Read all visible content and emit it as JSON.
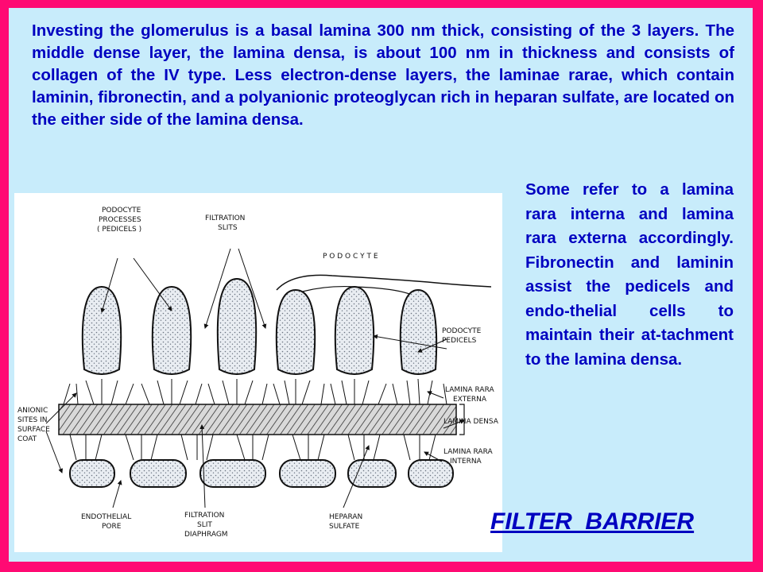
{
  "intro_text": "Investing the glomerulus is a basal lamina 300 nm thick, consisting of the 3 layers. The middle dense layer, the lamina densa, is about 100 nm in thickness and consists of collagen of the IV type. Less electron-dense layers, the laminae rarae, which contain laminin, fibronectin, and a polyanionic proteoglycan rich in heparan sulfate, are located on the either side of the lamina densa.",
  "side_text": "Some refer to a lamina rara interna and lamina rara externa accordingly. Fibronectin and laminin assist the pedicels and endo-thelial cells to maintain their at-tachment to the lamina densa.",
  "title": "FILTER  BARRIER",
  "diagram": {
    "labels": {
      "podocyte_processes_1": "PODOCYTE",
      "podocyte_processes_2": "PROCESSES",
      "podocyte_processes_3": "( PEDICELS )",
      "filtration_slits_1": "FILTRATION",
      "filtration_slits_2": "SLITS",
      "podocyte": "P O D O C Y T E",
      "podocyte_pedicels_1": "PODOCYTE",
      "podocyte_pedicels_2": "PEDICELS",
      "lamina_rara_externa_1": "LAMINA RARA",
      "lamina_rara_externa_2": "EXTERNA",
      "lamina_densa": "LAMINA DENSA",
      "lamina_rara_interna_1": "LAMINA RARA",
      "lamina_rara_interna_2": "INTERNA",
      "anionic_sites_1": "ANIONIC",
      "anionic_sites_2": "SITES  IN",
      "anionic_sites_3": "SURFACE",
      "anionic_sites_4": "COAT",
      "endothelial_pore_1": "ENDOTHELIAL",
      "endothelial_pore_2": "PORE",
      "filtration_slit_diaphragm_1": "FILTRATION",
      "filtration_slit_diaphragm_2": "SLIT",
      "filtration_slit_diaphragm_3": "DIAPHRAGM",
      "heparan_sulfate_1": "HEPARAN",
      "heparan_sulfate_2": "SULFATE"
    }
  }
}
